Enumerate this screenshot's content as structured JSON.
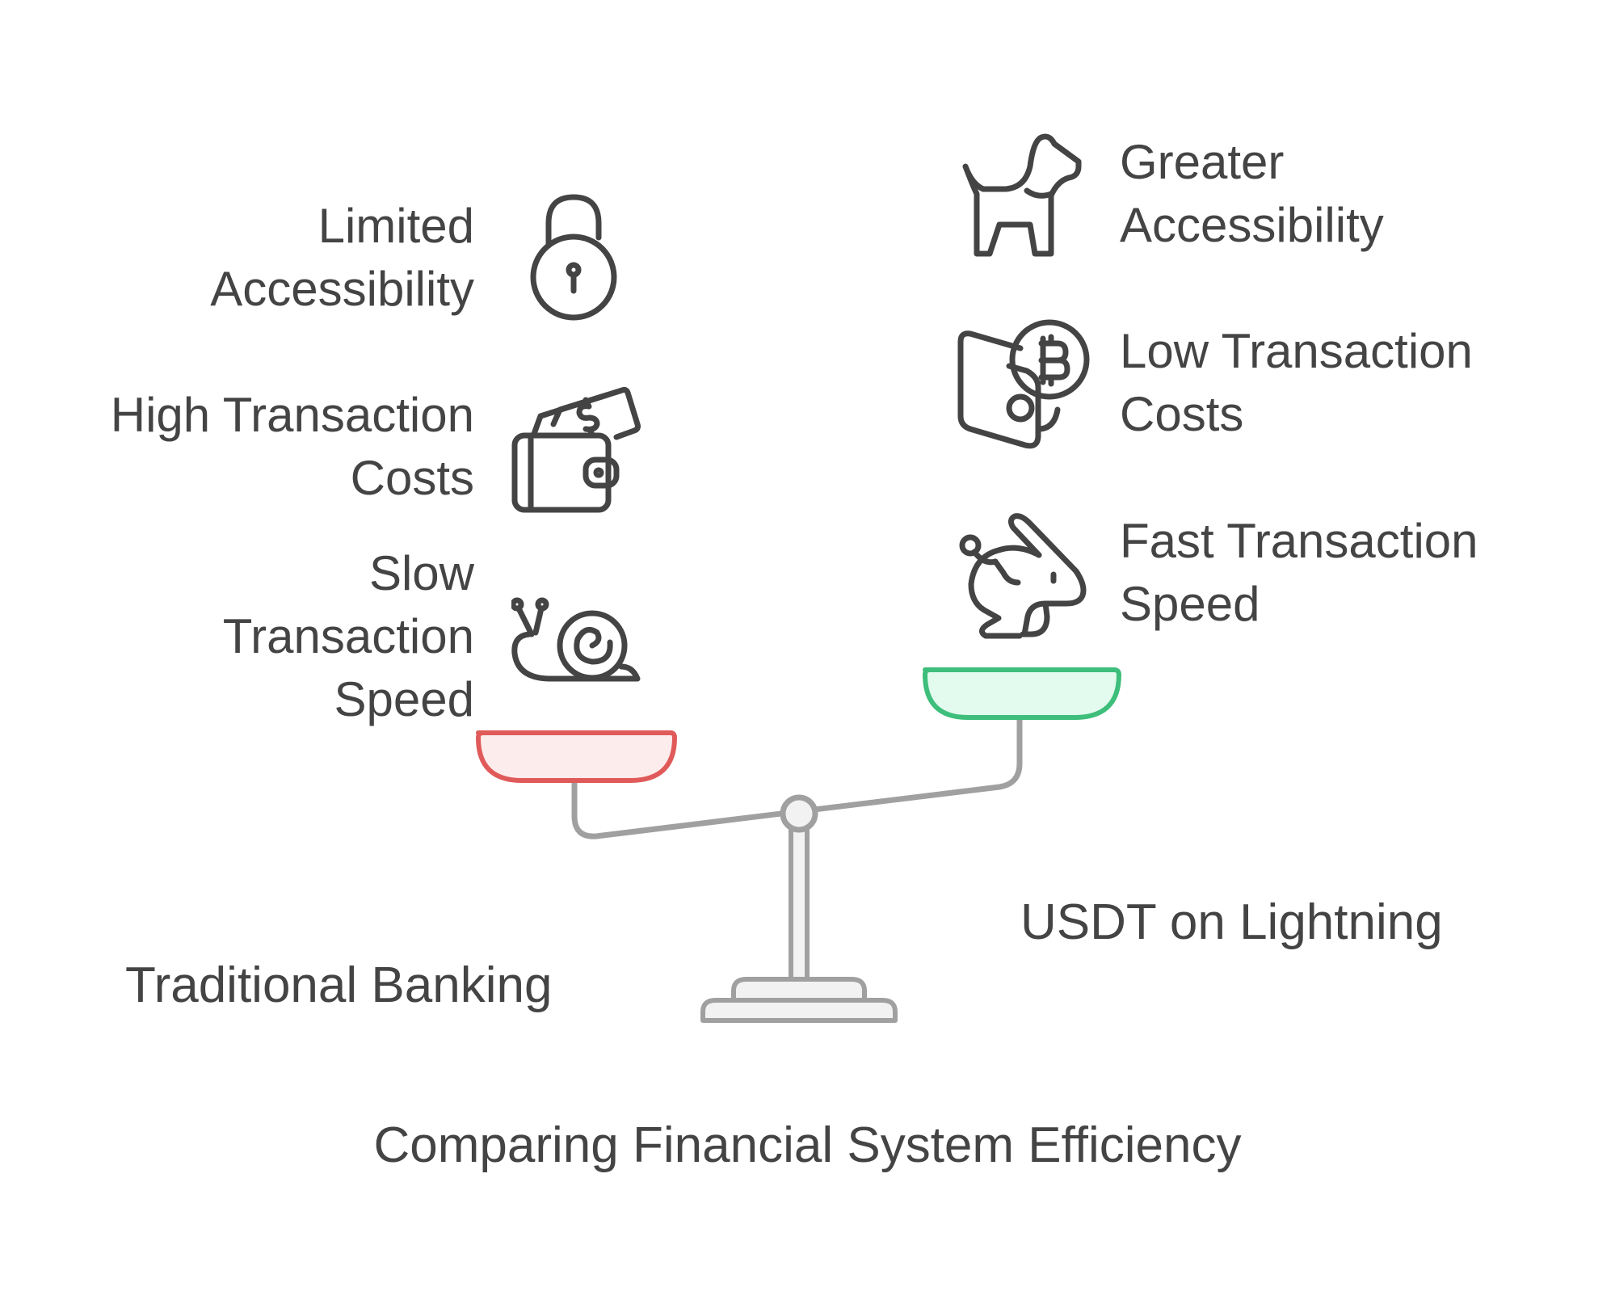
{
  "title": "Comparing Financial System Efficiency",
  "left_side": {
    "name": "Traditional Banking",
    "color": "#E05A5A",
    "fill": "#FDECEC",
    "items": [
      {
        "lines": [
          "Limited",
          "Accessibility"
        ],
        "icon": "padlock-open-icon"
      },
      {
        "lines": [
          "High Transaction",
          "Costs"
        ],
        "icon": "wallet-money-icon"
      },
      {
        "lines": [
          "Slow",
          "Transaction",
          "Speed"
        ],
        "icon": "snail-icon"
      }
    ]
  },
  "right_side": {
    "name": "USDT on Lightning",
    "color": "#3DBE7A",
    "fill": "#E3FAEE",
    "items": [
      {
        "lines": [
          "Greater",
          "Accessibility"
        ],
        "icon": "dog-icon"
      },
      {
        "lines": [
          "Low Transaction",
          "Costs"
        ],
        "icon": "bitcoin-wallet-icon"
      },
      {
        "lines": [
          "Fast Transaction",
          "Speed"
        ],
        "icon": "rabbit-icon"
      }
    ]
  },
  "scale_color": "#A0A0A0",
  "text_color": "#444444"
}
